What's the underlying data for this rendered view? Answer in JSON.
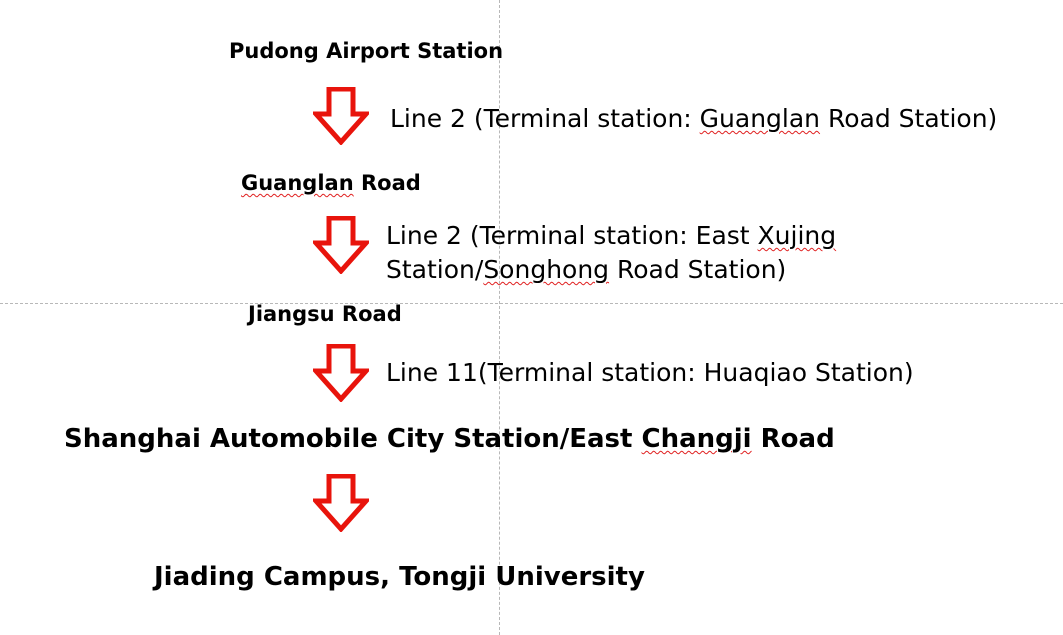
{
  "stations": [
    {
      "name": "Pudong Airport Station"
    },
    {
      "name_parts": [
        "",
        "Guanglan",
        " Road"
      ]
    },
    {
      "name": "Jiangsu Road"
    },
    {
      "name_parts": [
        "Shanghai Automobile City Station/East ",
        "Changji",
        " Road"
      ]
    },
    {
      "name": "Jiading Campus, Tongji University"
    }
  ],
  "lines": [
    {
      "parts": [
        "Line 2 (Terminal station: ",
        "Guanglan",
        " Road Station)"
      ]
    },
    {
      "line1_parts": [
        "Line 2 (Terminal station: East ",
        "Xujing"
      ],
      "line2_parts": [
        "Station/",
        "Songhong",
        " Road Station)"
      ]
    },
    {
      "text": "Line 11(Terminal station: Huaqiao Station)"
    }
  ],
  "colors": {
    "arrow_stroke": "#e8140c",
    "arrow_fill": "#ffffff",
    "spell_underline": "#e02020",
    "guide_line": "#b8b8b8"
  },
  "icons": {
    "arrow": "down-arrow-outline"
  }
}
